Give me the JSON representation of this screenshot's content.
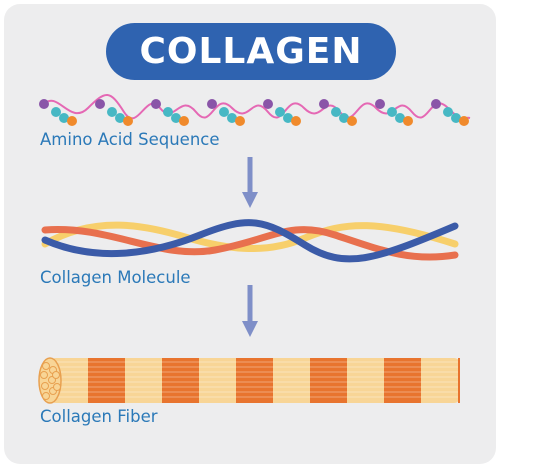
{
  "title": "COLLAGEN",
  "stages": [
    {
      "label": "Amino Acid Sequence"
    },
    {
      "label": "Collagen Molecule"
    },
    {
      "label": "Collagen Fiber"
    }
  ],
  "colors": {
    "card_bg": "#ededee",
    "title_bg": "#2f63b0",
    "label_text": "#2b79b8",
    "arrow": "#7f8fc8",
    "chain_line": "#e568b4",
    "bead_purple": "#8a55a8",
    "bead_teal": "#47b8c4",
    "bead_orange": "#f08a2c",
    "strand_blue": "#3b5ba8",
    "strand_red": "#e8704e",
    "strand_yellow": "#f7cf6b",
    "fiber_orange": "#e8742e",
    "fiber_cream": "#f8d596"
  }
}
